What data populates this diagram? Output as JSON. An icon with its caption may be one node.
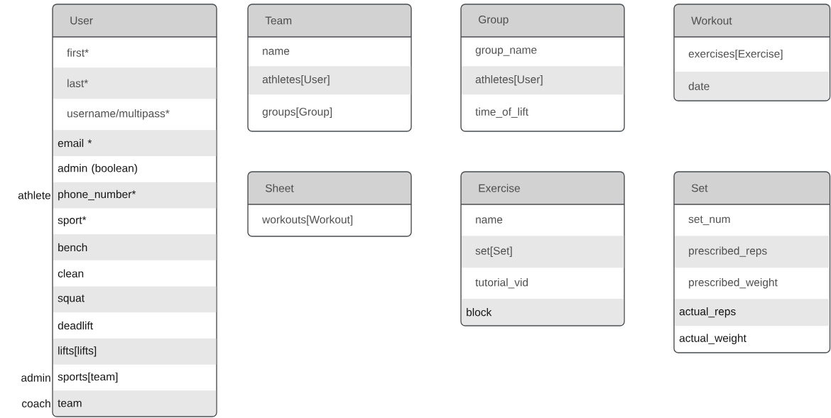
{
  "diagram": {
    "nodes": [
      {
        "text": [
          "User"
        ]
      },
      {
        "text": [
          "first*"
        ],
        "in": 0
      },
      {
        "text": [
          "last*"
        ],
        "in": 0
      },
      {
        "text": [
          "username/multipass*"
        ],
        "in": 0
      },
      {
        "text": [
          "email *"
        ],
        "in": 0
      },
      {
        "text": [
          "admin (boolean)"
        ],
        "in": 0
      },
      {
        "text": [
          "phone_number*"
        ],
        "in": 0,
        "beside": [
          "athlete"
        ]
      },
      {
        "text": [
          "sport*"
        ],
        "in": 0
      },
      {
        "text": [
          "bench"
        ],
        "in": 0
      },
      {
        "text": [
          "clean"
        ],
        "in": 0
      },
      {
        "text": [
          "squat"
        ],
        "in": 0
      },
      {
        "text": [
          "deadlift"
        ],
        "in": 0
      },
      {
        "text": [
          "lifts[lifts]"
        ],
        "in": 0
      },
      {
        "text": [
          "sports[team]"
        ],
        "in": 0,
        "beside": [
          "admin"
        ]
      },
      {
        "text": [
          "team"
        ],
        "in": 0,
        "beside": [
          "coach"
        ]
      },
      {
        "text": [
          "Team"
        ]
      },
      {
        "text": [
          "name"
        ],
        "in": 15
      },
      {
        "text": [
          "athletes[User]"
        ],
        "in": 15
      },
      {
        "text": [
          "groups[Group]"
        ],
        "in": 15
      },
      {
        "text": [
          "Group"
        ]
      },
      {
        "text": [
          "group_name"
        ],
        "in": 19
      },
      {
        "text": [
          "athletes[User]"
        ],
        "in": 19
      },
      {
        "text": [
          "time_of_lift"
        ],
        "in": 19
      },
      {
        "text": [
          "Workout"
        ]
      },
      {
        "text": [
          "exercises[Exercise]"
        ],
        "in": 23
      },
      {
        "text": [
          "date"
        ],
        "in": 23
      },
      {
        "text": [
          "Sheet"
        ]
      },
      {
        "text": [
          "workouts[Workout]"
        ],
        "in": 26
      },
      {
        "text": [
          "Exercise"
        ]
      },
      {
        "text": [
          "name"
        ],
        "in": 28
      },
      {
        "text": [
          "set[Set]"
        ],
        "in": 28
      },
      {
        "text": [
          "tutorial_vid"
        ],
        "in": 28
      },
      {
        "text": [
          "block"
        ],
        "in": 28
      },
      {
        "text": [
          "Set"
        ]
      },
      {
        "text": [
          "set_num"
        ],
        "in": 33
      },
      {
        "text": [
          "prescribed_reps"
        ],
        "in": 33
      },
      {
        "text": [
          "prescribed_weight"
        ],
        "in": 33
      },
      {
        "text": [
          "actual_reps"
        ],
        "in": 33
      },
      {
        "text": [
          "actual_weight"
        ],
        "in": 33
      }
    ]
  }
}
